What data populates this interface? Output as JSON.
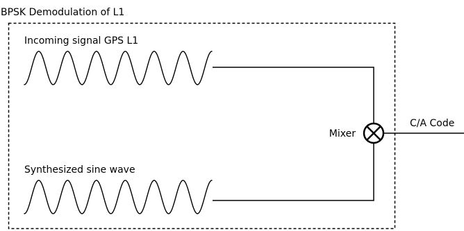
{
  "diagram": {
    "title": "BPSK Demodulation of L1",
    "incoming_label": "Incoming signal GPS L1",
    "synth_label": "Synthesized sine wave",
    "mixer_label": "Mixer",
    "output_label": "C/A Code"
  },
  "colors": {
    "stroke": "#000000",
    "background": "#ffffff"
  },
  "icons": {
    "mixer": "circle-with-x-multiplier"
  }
}
